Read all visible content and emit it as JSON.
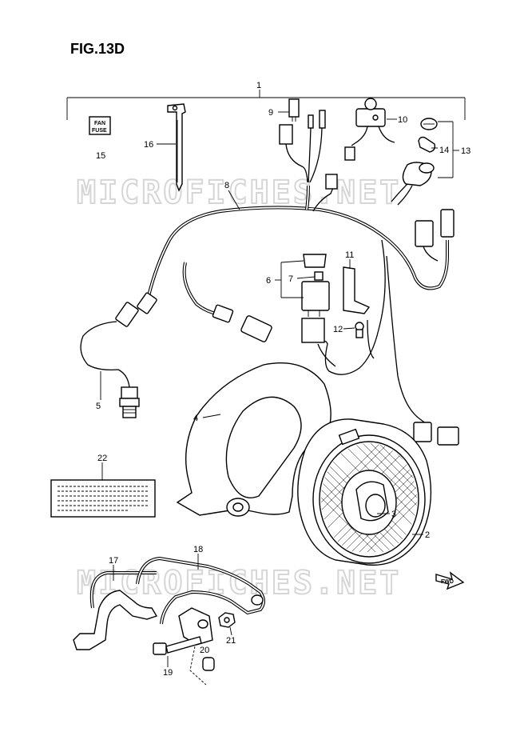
{
  "figure": {
    "title": "FIG.13D"
  },
  "watermark": {
    "text": "MICROFICHES.NET"
  },
  "fuse_label": {
    "line1": "FAN",
    "line2": "FUSE"
  },
  "direction_label": "FWD",
  "callouts": {
    "c1": "1",
    "c2": "2",
    "c3": "3",
    "c4": "4",
    "c5": "5",
    "c6": "6",
    "c7": "7",
    "c8": "8",
    "c9": "9",
    "c10": "10",
    "c11": "11",
    "c12": "12",
    "c13": "13",
    "c14": "14",
    "c15": "15",
    "c16": "16",
    "c17": "17",
    "c18": "18",
    "c19": "19",
    "c20": "20",
    "c21": "21",
    "c22": "22"
  }
}
